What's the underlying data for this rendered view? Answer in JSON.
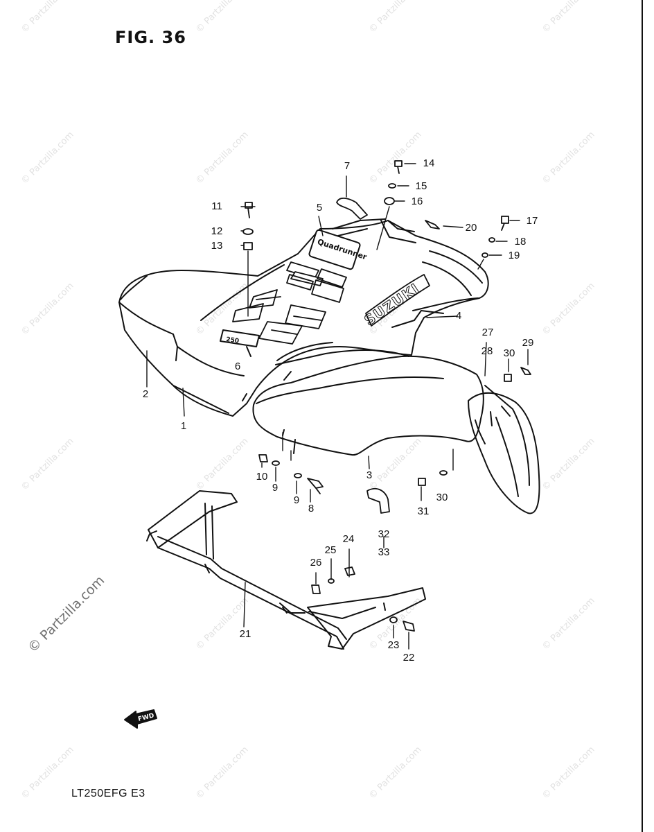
{
  "title": "FIG. 36",
  "model": "LT250EFG  E3",
  "watermark": "© Partzilla.com",
  "fwd_label": "FWD",
  "emblem": {
    "brand": "SUZUKI",
    "sticker_text": "Quadrunner",
    "sub_badge": "250"
  },
  "callouts": {
    "c1": "1",
    "c2": "2",
    "c3": "3",
    "c4": "4",
    "c5": "5",
    "c6": "6",
    "c7": "7",
    "c8": "8",
    "c9a": "9",
    "c9b": "9",
    "c10": "10",
    "c11": "11",
    "c12": "12",
    "c13": "13",
    "c14": "14",
    "c15": "15",
    "c16": "16",
    "c17": "17",
    "c18": "18",
    "c19": "19",
    "c20": "20",
    "c21": "21",
    "c22": "22",
    "c23": "23",
    "c24": "24",
    "c25": "25",
    "c26": "26",
    "c27": "27",
    "c28": "28",
    "c29": "29",
    "c30a": "30",
    "c30b": "30",
    "c31": "31",
    "c32": "32",
    "c33": "33"
  },
  "colors": {
    "ink": "#111111",
    "paper": "#ffffff",
    "watermark": "#e2e2e2"
  }
}
